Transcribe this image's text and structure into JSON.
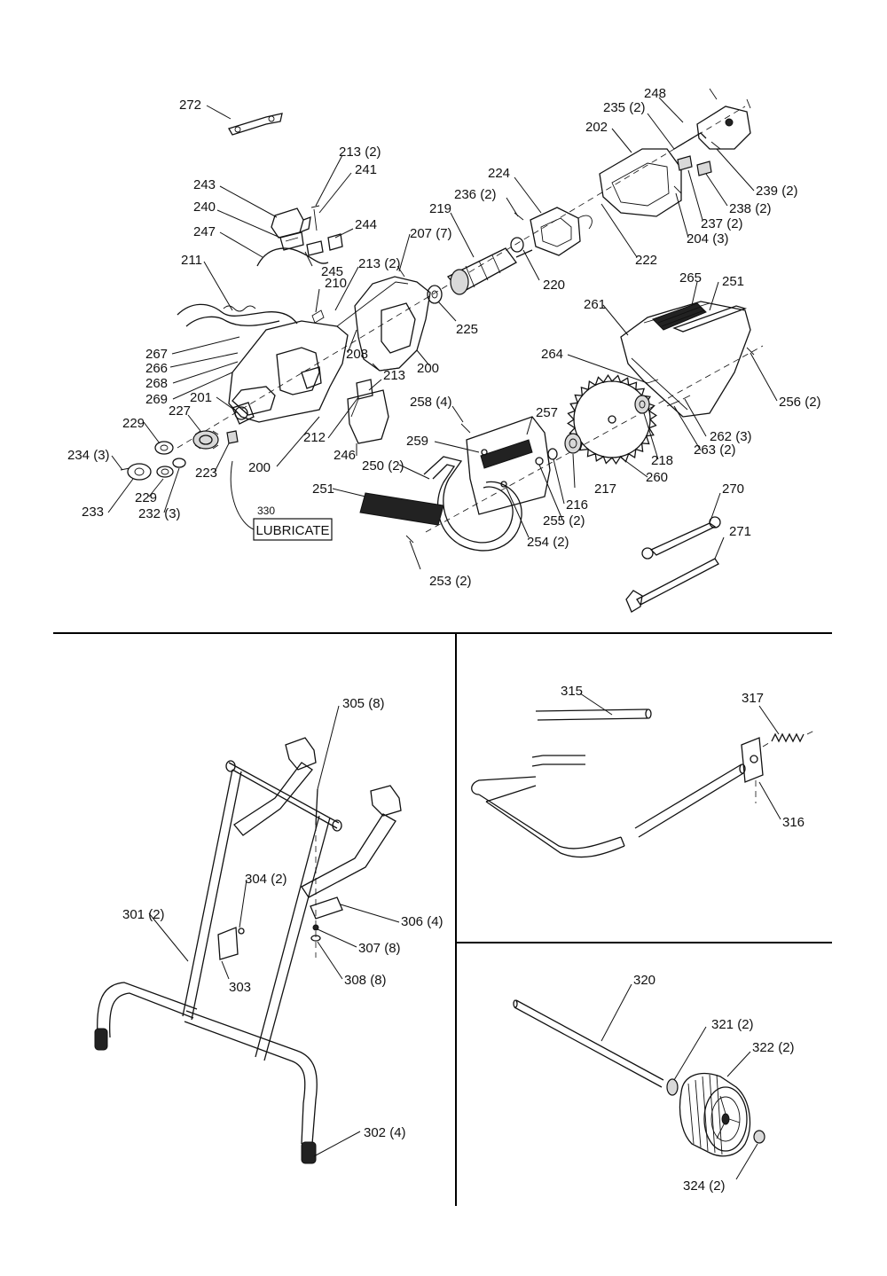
{
  "sections": {
    "saw": {
      "callouts": [
        {
          "id": "p272",
          "text": "272"
        },
        {
          "id": "p248",
          "text": "248"
        },
        {
          "id": "p235",
          "text": "235 (2)"
        },
        {
          "id": "p202",
          "text": "202"
        },
        {
          "id": "p213a",
          "text": "213 (2)"
        },
        {
          "id": "p241",
          "text": "241"
        },
        {
          "id": "p243",
          "text": "243"
        },
        {
          "id": "p224",
          "text": "224"
        },
        {
          "id": "p236",
          "text": "236 (2)"
        },
        {
          "id": "p240",
          "text": "240"
        },
        {
          "id": "p244",
          "text": "244"
        },
        {
          "id": "p219",
          "text": "219"
        },
        {
          "id": "p239",
          "text": "239 (2)"
        },
        {
          "id": "p238",
          "text": "238 (2)"
        },
        {
          "id": "p237",
          "text": "237 (2)"
        },
        {
          "id": "p247",
          "text": "247"
        },
        {
          "id": "p207",
          "text": "207 (7)"
        },
        {
          "id": "p204",
          "text": "204 (3)"
        },
        {
          "id": "p245",
          "text": "245"
        },
        {
          "id": "p211",
          "text": "211"
        },
        {
          "id": "p213b",
          "text": "213 (2)"
        },
        {
          "id": "p222",
          "text": "222"
        },
        {
          "id": "p220",
          "text": "220"
        },
        {
          "id": "p210",
          "text": "210"
        },
        {
          "id": "p265",
          "text": "265"
        },
        {
          "id": "p251a",
          "text": "251"
        },
        {
          "id": "p261",
          "text": "261"
        },
        {
          "id": "p225",
          "text": "225"
        },
        {
          "id": "p267",
          "text": "267"
        },
        {
          "id": "p266",
          "text": "266"
        },
        {
          "id": "p208",
          "text": "208"
        },
        {
          "id": "p200a",
          "text": "200"
        },
        {
          "id": "p264",
          "text": "264"
        },
        {
          "id": "p268",
          "text": "268"
        },
        {
          "id": "p269",
          "text": "269"
        },
        {
          "id": "p213c",
          "text": "213"
        },
        {
          "id": "p256",
          "text": "256 (2)"
        },
        {
          "id": "p201",
          "text": "201"
        },
        {
          "id": "p227",
          "text": "227"
        },
        {
          "id": "p258",
          "text": "258 (4)"
        },
        {
          "id": "p257",
          "text": "257"
        },
        {
          "id": "p229a",
          "text": "229"
        },
        {
          "id": "p262",
          "text": "262 (3)"
        },
        {
          "id": "p212",
          "text": "212"
        },
        {
          "id": "p263",
          "text": "263 (2)"
        },
        {
          "id": "p246",
          "text": "246"
        },
        {
          "id": "p259",
          "text": "259"
        },
        {
          "id": "p218",
          "text": "218"
        },
        {
          "id": "p234",
          "text": "234 (3)"
        },
        {
          "id": "p200b",
          "text": "200"
        },
        {
          "id": "p250",
          "text": "250 (2)"
        },
        {
          "id": "p217",
          "text": "217"
        },
        {
          "id": "p260",
          "text": "260"
        },
        {
          "id": "p223",
          "text": "223"
        },
        {
          "id": "p229b",
          "text": "229"
        },
        {
          "id": "p216",
          "text": "216"
        },
        {
          "id": "p251b",
          "text": "251"
        },
        {
          "id": "p270",
          "text": "270"
        },
        {
          "id": "p233",
          "text": "233"
        },
        {
          "id": "p232",
          "text": "232 (3)"
        },
        {
          "id": "p255",
          "text": "255 (2)"
        },
        {
          "id": "p330",
          "text": "330"
        },
        {
          "id": "p271",
          "text": "271"
        },
        {
          "id": "p254",
          "text": "254 (2)"
        },
        {
          "id": "p253",
          "text": "253 (2)"
        }
      ],
      "lubricate_label": "LUBRICATE"
    },
    "stand": {
      "callouts": [
        {
          "id": "p305",
          "text": "305 (8)"
        },
        {
          "id": "p304",
          "text": "304 (2)"
        },
        {
          "id": "p306",
          "text": "306 (4)"
        },
        {
          "id": "p301",
          "text": "301 (2)"
        },
        {
          "id": "p307",
          "text": "307 (8)"
        },
        {
          "id": "p303",
          "text": "303"
        },
        {
          "id": "p308",
          "text": "308 (8)"
        },
        {
          "id": "p302",
          "text": "302 (4)"
        }
      ]
    },
    "handle": {
      "callouts": [
        {
          "id": "p315",
          "text": "315"
        },
        {
          "id": "p317",
          "text": "317"
        },
        {
          "id": "p316",
          "text": "316"
        }
      ]
    },
    "wheel": {
      "callouts": [
        {
          "id": "p320",
          "text": "320"
        },
        {
          "id": "p321",
          "text": "321 (2)"
        },
        {
          "id": "p322",
          "text": "322 (2)"
        },
        {
          "id": "p324",
          "text": "324 (2)"
        }
      ]
    }
  }
}
